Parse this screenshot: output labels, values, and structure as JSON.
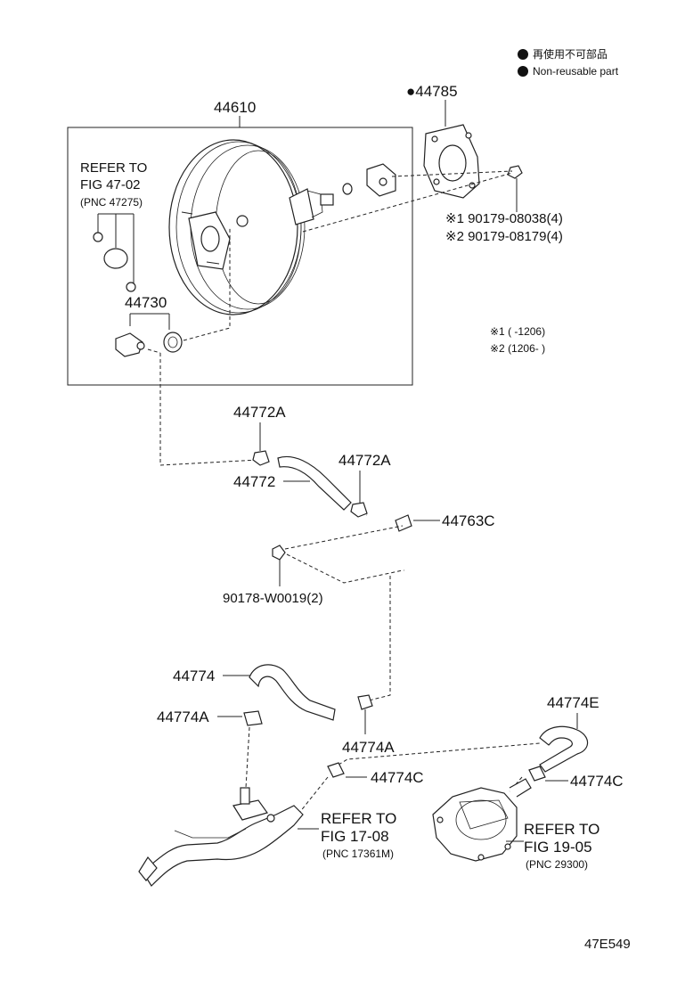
{
  "legend": {
    "jp": "再使用不可部品",
    "en": "Non-reusable part"
  },
  "labels": {
    "p44610": "44610",
    "p44785": "●44785",
    "refer1": [
      "REFER TO",
      "FIG 47-02",
      "(PNC 47275)"
    ],
    "p44730": "44730",
    "bolt1": "※1 90179-08038(4)",
    "bolt2": "※2 90179-08179(4)",
    "note1": "※1 (     -1206)",
    "note2": "※2 (1206-       )",
    "p44772A_1": "44772A",
    "p44772": "44772",
    "p44772A_2": "44772A",
    "p44763C": "44763C",
    "p90178": "90178-W0019(2)",
    "p44774": "44774",
    "p44774A_1": "44774A",
    "p44774A_2": "44774A",
    "p44774E": "44774E",
    "p44774C_1": "44774C",
    "p44774C_2": "44774C",
    "refer2": [
      "REFER TO",
      "FIG 17-08",
      "(PNC 17361M)"
    ],
    "refer3": [
      "REFER TO",
      "FIG 19-05",
      "(PNC 29300)"
    ],
    "code": "47E549"
  }
}
